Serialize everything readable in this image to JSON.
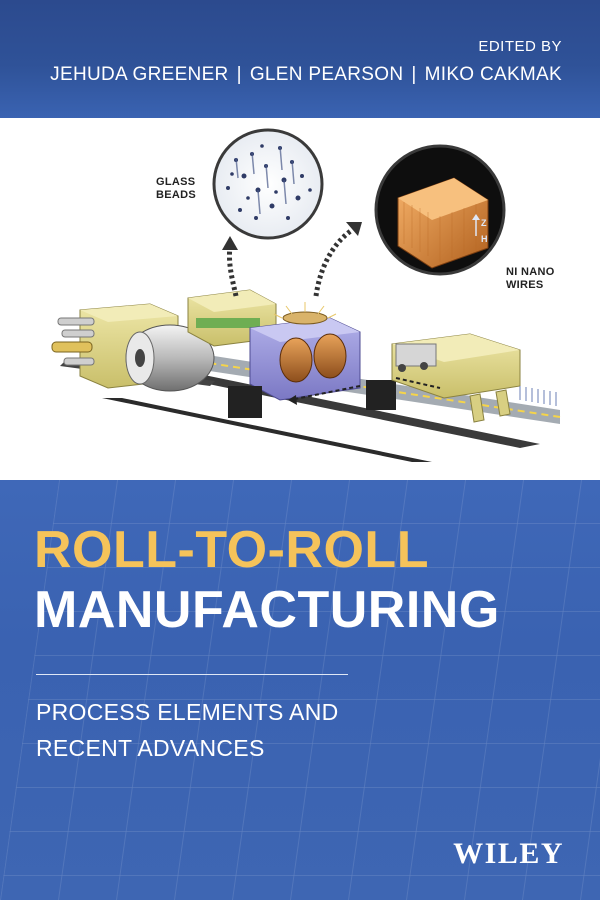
{
  "cover": {
    "edited_by_label": "EDITED BY",
    "editors": [
      "JEHUDA GREENER",
      "GLEN PEARSON",
      "MIKO CAKMAK"
    ],
    "separator": "|",
    "title_line1": "ROLL-TO-ROLL",
    "title_line2": "MANUFACTURING",
    "subtitle_line1": "PROCESS ELEMENTS AND",
    "subtitle_line2": "RECENT ADVANCES",
    "publisher": "WILEY"
  },
  "illustration": {
    "label_glass": [
      "GLASS",
      "BEADS"
    ],
    "label_nano": [
      "NI NANO",
      "WIRES"
    ],
    "axis_z": "Z",
    "axis_h": "H"
  },
  "colors": {
    "title_accent": "#f5c35a",
    "cover_blue": "#3b62b0",
    "top_band": "#2f5298"
  }
}
